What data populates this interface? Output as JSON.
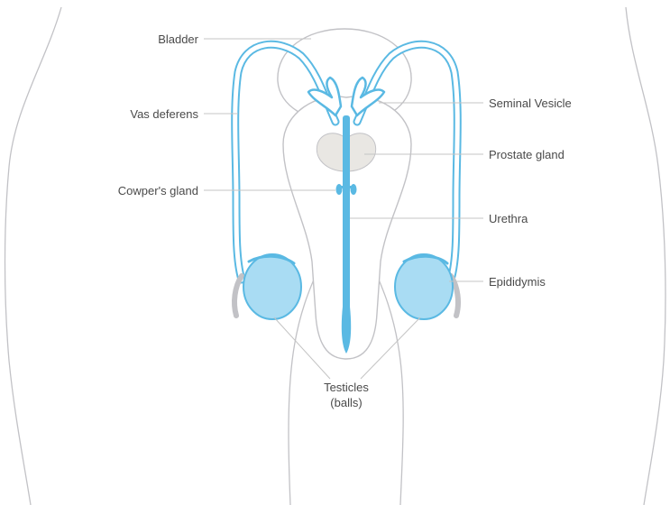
{
  "colors": {
    "outline": "#c2c2c6",
    "duct": "#5ab9e3",
    "organ_fill": "#ffffff",
    "testicle_fill": "#a9dcf3",
    "prostate_fill": "#e9e7e3",
    "leader": "#c4c4c4",
    "label_text": "#4a4a4a"
  },
  "labels": {
    "bladder": "Bladder",
    "vas_deferens": "Vas deferens",
    "cowpers_gland": "Cowper's gland",
    "seminal_vesicle": "Seminal Vesicle",
    "prostate_gland": "Prostate gland",
    "urethra": "Urethra",
    "epididymis": "Epididymis",
    "testicles_line1": "Testicles",
    "testicles_line2": "(balls)"
  }
}
